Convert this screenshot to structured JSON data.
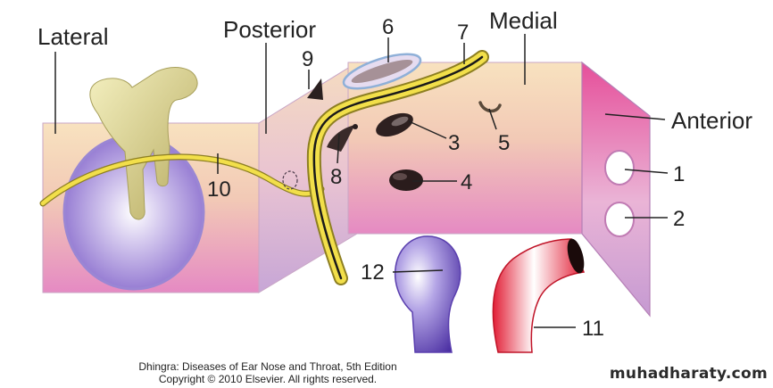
{
  "labels": {
    "lateral": "Lateral",
    "posterior": "Posterior",
    "medial": "Medial",
    "anterior": "Anterior"
  },
  "numbers": {
    "n1": "1",
    "n2": "2",
    "n3": "3",
    "n4": "4",
    "n5": "5",
    "n6": "6",
    "n7": "7",
    "n8": "8",
    "n9": "9",
    "n10": "10",
    "n11": "11",
    "n12": "12"
  },
  "caption": {
    "line1": "Dhingra: Diseases of Ear Nose and Throat, 5th Edition",
    "line2": "Copyright © 2010 Elsevier. All rights reserved."
  },
  "watermark": "muhadharaty.com",
  "colors": {
    "wall_top": "#f7ddb9",
    "wall_bottom": "#e58cc4",
    "nerve": "#e8d13a",
    "drum": "#9b82d6",
    "ossicle": "#d8d08f",
    "artery": "#e02a3c",
    "vein": "#5b3fb0"
  }
}
